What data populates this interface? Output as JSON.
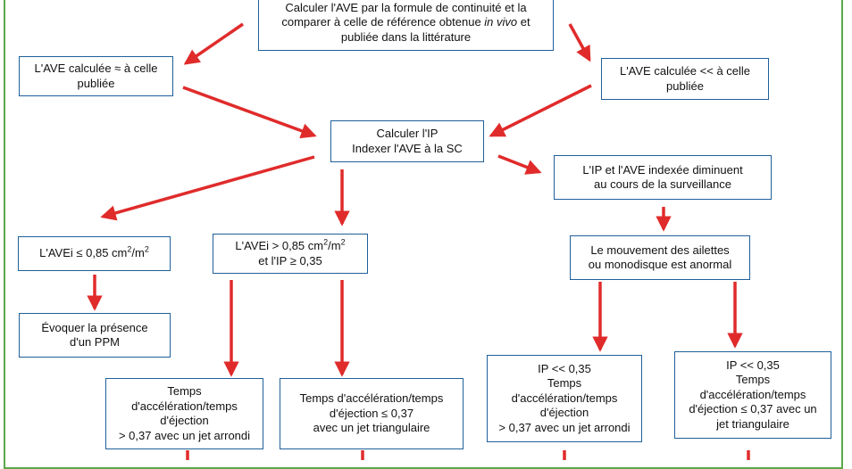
{
  "colors": {
    "border": "#1f5f99",
    "arrow": "#e02b2b",
    "frame": "#5aa84a"
  },
  "nodes": {
    "top": {
      "line1": "Calculer l'AVE par la formule de continuité et la",
      "line2a": "comparer à celle de référence obtenue ",
      "line2b": "in vivo",
      "line2c": " et",
      "line3": "publiée dans la littérature"
    },
    "approx": {
      "line1": "L'AVE calculée ≈ à celle",
      "line2": "publiée"
    },
    "less": {
      "line1": "L'AVE calculée << à celle",
      "line2": "publiée"
    },
    "ip": {
      "line1": "Calculer l'IP",
      "line2": "Indexer l'AVE à la SC"
    },
    "decrease": {
      "line1": "L'IP et l'AVE indexée diminuent",
      "line2": "au cours de la surveillance"
    },
    "avei_low": {
      "text_a": "L'AVEi ≤ 0,85 cm",
      "sup1": "2",
      "text_b": "/m",
      "sup2": "2"
    },
    "avei_high": {
      "text_a": "L'AVEi > 0,85 cm",
      "sup1": "2",
      "text_b": "/m",
      "sup2": "2",
      "line2": "et l'IP ≥ 0,35"
    },
    "movement": {
      "line1": "Le mouvement des ailettes",
      "line2": "ou monodisque est anormal"
    },
    "ppm": {
      "line1": "Évoquer la  présence",
      "line2": "d'un PPM"
    },
    "rounded": {
      "line1": "Temps",
      "line2": "d'accélération/temps",
      "line3": "d'éjection",
      "line4": "> 0,37 avec un jet arrondi"
    },
    "triangular": {
      "line1": "Temps d'accélération/temps",
      "line2": "d'éjection ≤ 0,37",
      "line3": "avec un  jet triangulaire"
    },
    "ip_rounded": {
      "line1": "IP << 0,35",
      "line2": "Temps",
      "line3": "d'accélération/temps",
      "line4": "d'éjection",
      "line5": "> 0,37 avec un jet arrondi"
    },
    "ip_triangular": {
      "line1": "IP << 0,35",
      "line2": "Temps",
      "line3": "d'accélération/temps",
      "line4": "d'éjection ≤  0,37 avec un",
      "line5": "jet triangulaire"
    }
  }
}
